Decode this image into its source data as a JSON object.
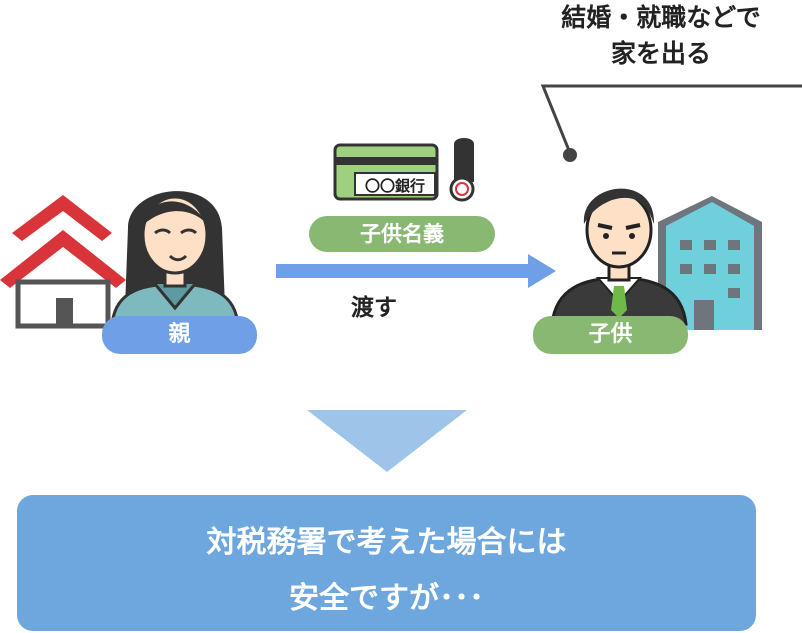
{
  "caption": {
    "line1": "結婚・就職などで",
    "line2": "家を出る"
  },
  "parent": {
    "label": "親"
  },
  "child": {
    "label": "子供"
  },
  "passbook": {
    "bank_text": "〇〇銀行"
  },
  "meigi": {
    "label": "子供名義"
  },
  "transfer": {
    "label": "渡す"
  },
  "conclusion": {
    "line1": "対税務署で考えた場合には",
    "line2": "安全ですが･･･"
  },
  "colors": {
    "blue_pill": "#6f9fe6",
    "green_pill": "#88b872",
    "banner": "#6ea6de",
    "arrow": "#6f9fe6",
    "down_arrow": "#9fc4ea",
    "house_roof": "#d8343a",
    "building": "#6fd0dc"
  }
}
